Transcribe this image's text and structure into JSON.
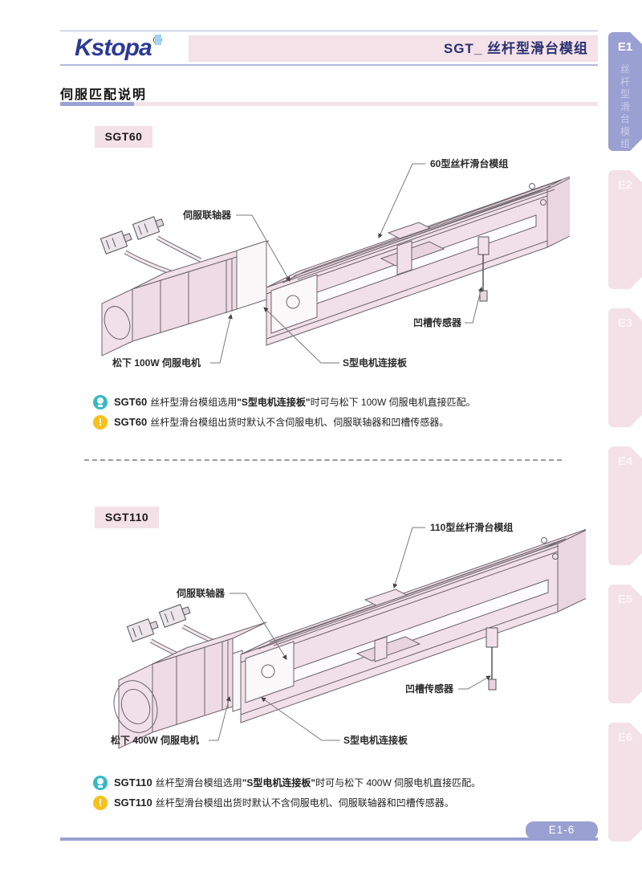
{
  "header": {
    "logo": "Kstopa",
    "registered": "®",
    "title": "SGT_ 丝杆型滑台模组"
  },
  "section_title": "伺服匹配说明",
  "sidebar": {
    "tabs": [
      {
        "label": "E1",
        "vertical": "丝杆型滑台模组",
        "active": true
      },
      {
        "label": "E2"
      },
      {
        "label": "E3"
      },
      {
        "label": "E4"
      },
      {
        "label": "E5"
      },
      {
        "label": "E6"
      }
    ]
  },
  "sections": [
    {
      "model": "SGT60",
      "callouts": {
        "module": "60型丝杆滑台模组",
        "coupling": "伺服联轴器",
        "sensor": "凹槽传感器",
        "motor": "松下 100W 伺服电机",
        "plate": "S型电机连接板"
      },
      "notes": [
        {
          "type": "tip",
          "model": "SGT60",
          "pre": "丝杆型滑台模组选用",
          "em": "\"S型电机连接板\"",
          "post": "时可与松下 100W 伺服电机直接匹配。"
        },
        {
          "type": "warning",
          "model": "SGT60",
          "pre": "丝杆型滑台模组出货时默认不含伺服电机、伺服联轴器和凹槽传感器。",
          "em": "",
          "post": ""
        }
      ]
    },
    {
      "model": "SGT110",
      "callouts": {
        "module": "110型丝杆滑台模组",
        "coupling": "伺服联轴器",
        "sensor": "凹槽传感器",
        "motor": "松下 400W 伺服电机",
        "plate": "S型电机连接板"
      },
      "notes": [
        {
          "type": "tip",
          "model": "SGT110",
          "pre": "丝杆型滑台模组选用",
          "em": "\"S型电机连接板\"",
          "post": "时可与松下 400W 伺服电机直接匹配。"
        },
        {
          "type": "warning",
          "model": "SGT110",
          "pre": "丝杆型滑台模组出货时默认不含伺服电机、伺服联轴器和凹槽传感器。",
          "em": "",
          "post": ""
        }
      ]
    }
  ],
  "footer": {
    "page_number": "E1-6"
  },
  "colors": {
    "accent_periwinkle": "#9aa0d1",
    "accent_pink": "#f4e2e8",
    "logo_navy": "#2b3a96",
    "tip_icon": "#35b9c7",
    "warning_icon": "#f6c11b",
    "diagram_fill": "#f2e0e8"
  }
}
